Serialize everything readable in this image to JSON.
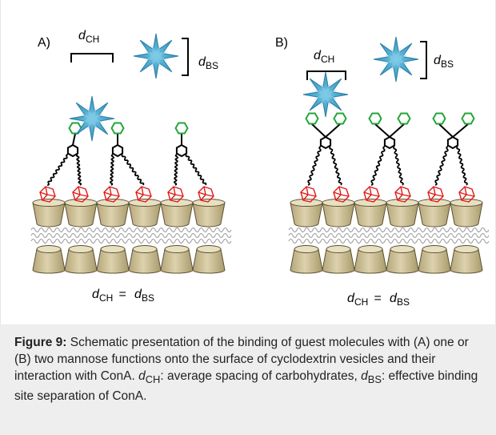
{
  "figure": {
    "panel_a": {
      "label": "A)",
      "d": "d",
      "sub_ch": "CH",
      "sub_bs": "BS",
      "equation_op": " = ",
      "equation": "dCH = dBS"
    },
    "panel_b": {
      "label": "B)",
      "d": "d",
      "sub_ch": "CH",
      "sub_bs": "BS",
      "equation_op": " = ",
      "equation": "dCH = dBS"
    }
  },
  "caption": {
    "title": "Figure 9:",
    "text_1": " Schematic presentation of the binding of guest molecules with (A) one or (B) two mannose functions onto the surface of cyclodextrin vesicles and their interaction with ConA. ",
    "d1": "d",
    "sub1": "CH",
    "text_2": ": average spacing of carbohydrates, ",
    "d2": "d",
    "sub2": "BS",
    "text_3": ": effective binding site separation of ConA."
  },
  "colors": {
    "protein": "#3aa0c8",
    "mannose_ring": "#23a63a",
    "cyclodextrin_fill": "#c9bd92",
    "cyclodextrin_stroke": "#5a5132",
    "adamantane": "#e01818"
  }
}
